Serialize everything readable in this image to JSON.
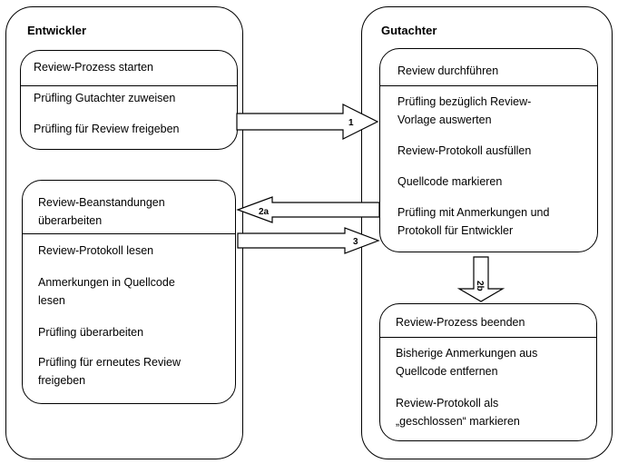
{
  "lanes": {
    "developer": {
      "title": "Entwickler"
    },
    "reviewer": {
      "title": "Gutachter"
    }
  },
  "developer_box1": {
    "header": "Review-Prozess starten",
    "items": [
      "Prüfling Gutachter zuweisen",
      "Prüfling für Review freigeben"
    ]
  },
  "developer_box2": {
    "header_lines": [
      "Review-Beanstandungen",
      "überarbeiten"
    ],
    "items": [
      {
        "lines": [
          "Review-Protokoll lesen"
        ]
      },
      {
        "lines": [
          "Anmerkungen in Quellcode",
          "lesen"
        ]
      },
      {
        "lines": [
          "Prüfling überarbeiten"
        ]
      },
      {
        "lines": [
          "Prüfling für  erneutes Review",
          "freigeben"
        ]
      }
    ]
  },
  "reviewer_box1": {
    "header": "Review  durchführen",
    "items": [
      {
        "lines": [
          "Prüfling bezüglich Review-",
          "Vorlage auswerten"
        ]
      },
      {
        "lines": [
          "Review-Protokoll ausfüllen"
        ]
      },
      {
        "lines": [
          "Quellcode markieren"
        ]
      },
      {
        "lines": [
          "Prüfling mit Anmerkungen und",
          "Protokoll für Entwickler"
        ]
      }
    ]
  },
  "reviewer_box2": {
    "header": "Review-Prozess beenden",
    "items": [
      {
        "lines": [
          "Bisherige Anmerkungen aus",
          "Quellcode entfernen"
        ]
      },
      {
        "lines": [
          "Review-Protokoll als",
          "„geschlossen“ markieren"
        ]
      }
    ]
  },
  "arrows": {
    "a1": "1",
    "a2a": "2a",
    "a3": "3",
    "a2b": "2b"
  }
}
